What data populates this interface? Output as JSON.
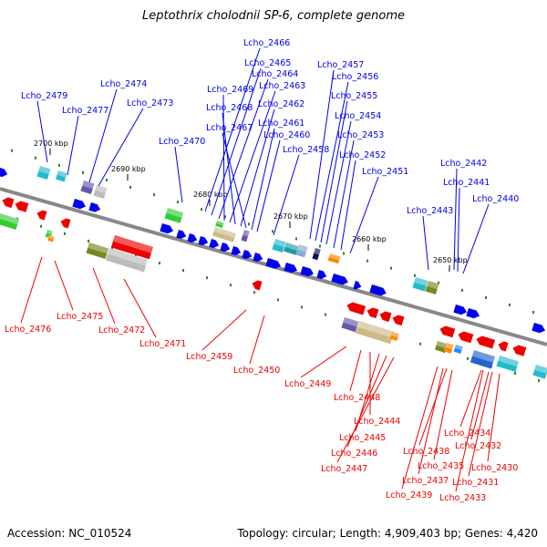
{
  "title": "Leptothrix cholodnii SP-6, complete genome",
  "footer": {
    "accession": "Accession: NC_010524",
    "summary": "Topology: circular; Length: 4,909,403 bp; Genes: 4,420"
  },
  "colors": {
    "forward": "#0000ee",
    "reverse": "#ee0000",
    "backbone": "#888888",
    "ticks": "#228822"
  },
  "scale_labels": [
    "2700 kbp",
    "2690 kbp",
    "2680 kbp",
    "2670 kbp",
    "2660 kbp",
    "2650 kbp"
  ],
  "forward_genes": [
    "Lcho_2479",
    "Lcho_2474",
    "Lcho_2477",
    "Lcho_2473",
    "Lcho_2466",
    "Lcho_2465",
    "Lcho_2464",
    "Lcho_2469",
    "Lcho_2463",
    "Lcho_2468",
    "Lcho_2462",
    "Lcho_2467",
    "Lcho_2461",
    "Lcho_2470",
    "Lcho_2460",
    "Lcho_2458",
    "Lcho_2457",
    "Lcho_2456",
    "Lcho_2455",
    "Lcho_2454",
    "Lcho_2453",
    "Lcho_2452",
    "Lcho_2451",
    "Lcho_2442",
    "Lcho_2441",
    "Lcho_2440",
    "Lcho_2443"
  ],
  "reverse_genes": [
    "Lcho_2476",
    "Lcho_2475",
    "Lcho_2472",
    "Lcho_2471",
    "Lcho_2459",
    "Lcho_2450",
    "Lcho_2449",
    "Lcho_2448",
    "Lcho_2444",
    "Lcho_2445",
    "Lcho_2446",
    "Lcho_2447",
    "Lcho_2434",
    "Lcho_2438",
    "Lcho_2432",
    "Lcho_2435",
    "Lcho_2430",
    "Lcho_2437",
    "Lcho_2431",
    "Lcho_2439",
    "Lcho_2433"
  ]
}
